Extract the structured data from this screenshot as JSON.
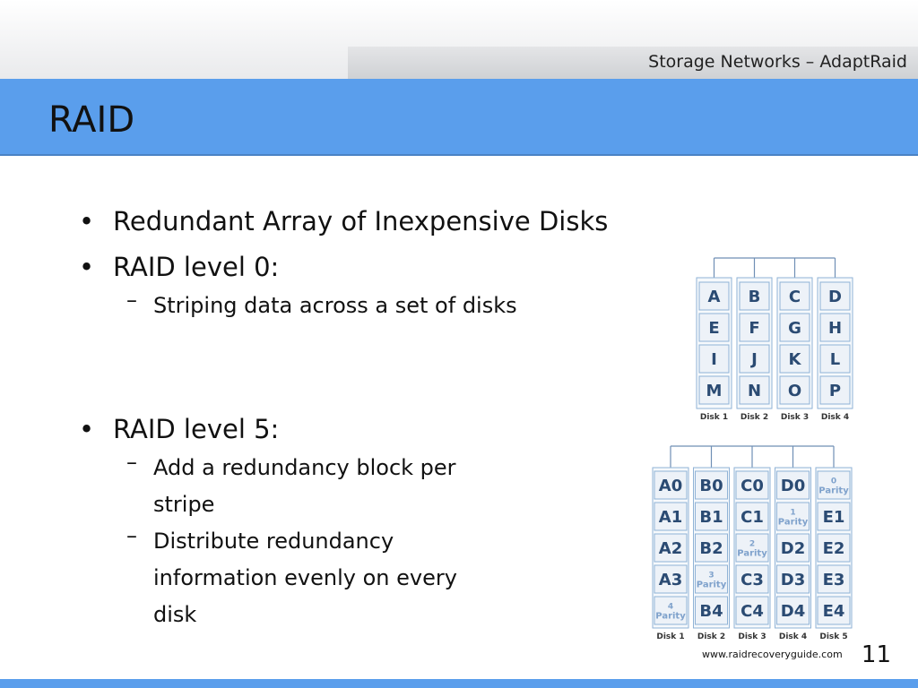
{
  "header": {
    "text": "Storage Networks – AdaptRaid"
  },
  "title": "RAID",
  "bullets": [
    {
      "text": "Redundant Array of Inexpensive Disks"
    },
    {
      "text": "RAID level 0:"
    },
    {
      "text": "RAID level 5:"
    }
  ],
  "subs": [
    {
      "lines": [
        "Striping data across a set of disks"
      ]
    },
    {
      "lines": [
        "Add a redundancy block per",
        "stripe"
      ]
    },
    {
      "lines": [
        "Distribute redundancy",
        "information evenly on every",
        "disk"
      ]
    }
  ],
  "bullet_glyph": "•",
  "dash_glyph": "–",
  "raid0": {
    "rows": [
      [
        "A",
        "B",
        "C",
        "D"
      ],
      [
        "E",
        "F",
        "G",
        "H"
      ],
      [
        "I",
        "J",
        "K",
        "L"
      ],
      [
        "M",
        "N",
        "O",
        "P"
      ]
    ],
    "disks": [
      "Disk 1",
      "Disk 2",
      "Disk 3",
      "Disk 4"
    ]
  },
  "raid5": {
    "rows": [
      [
        "A0",
        "B0",
        "C0",
        "D0",
        {
          "num": "0",
          "label": "Parity"
        }
      ],
      [
        "A1",
        "B1",
        "C1",
        {
          "num": "1",
          "label": "Parity"
        },
        "E1"
      ],
      [
        "A2",
        "B2",
        {
          "num": "2",
          "label": "Parity"
        },
        "D2",
        "E2"
      ],
      [
        "A3",
        {
          "num": "3",
          "label": "Parity"
        },
        "C3",
        "D3",
        "E3"
      ],
      [
        {
          "num": "4",
          "label": "Parity"
        },
        "B4",
        "C4",
        "D4",
        "E4"
      ]
    ],
    "disks": [
      "Disk 1",
      "Disk 2",
      "Disk 3",
      "Disk 4",
      "Disk 5"
    ]
  },
  "credit": "www.raidrecoveryguide.com",
  "page_number": "11",
  "colors": {
    "band": "#5a9eec",
    "cell_fill": "#edf2f8",
    "cell_stroke": "#8fb2d6",
    "cell_text": "#2b4b73",
    "parity_text": "#7fa2cc"
  }
}
